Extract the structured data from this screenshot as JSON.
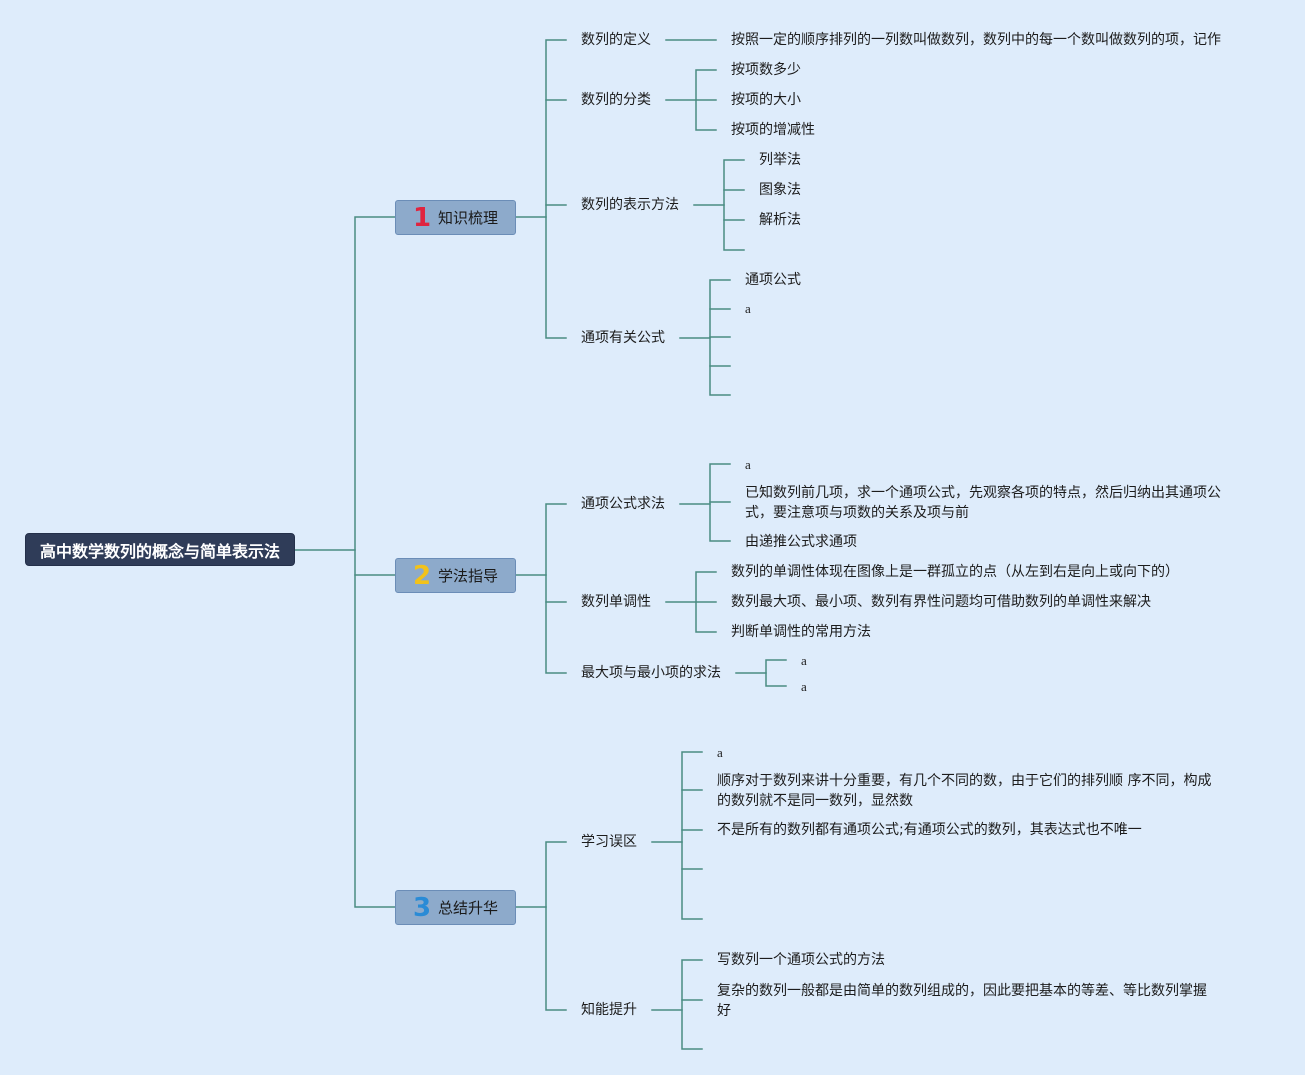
{
  "colors": {
    "background": "#deecfb",
    "connector": "#4a8c82",
    "root_fill": "#2f3c58",
    "branch_fill": "#8daacb"
  },
  "root": {
    "label": "高中数学数列的概念与简单表示法"
  },
  "branches": [
    {
      "number": "1",
      "number_color": "#e0243f",
      "label": "知识梳理",
      "children": [
        {
          "label": "数列的定义",
          "children": [
            {
              "label": "按照一定的顺序排列的一列数叫做数列，数列中的每一个数叫做数列的项，记作"
            }
          ]
        },
        {
          "label": "数列的分类",
          "children": [
            {
              "label": "按项数多少"
            },
            {
              "label": "按项的大小"
            },
            {
              "label": "按项的增减性"
            }
          ]
        },
        {
          "label": "数列的表示方法",
          "children": [
            {
              "label": "列举法"
            },
            {
              "label": "图象法"
            },
            {
              "label": "解析法"
            }
          ]
        },
        {
          "label": "通项有关公式",
          "children": [
            {
              "label": "通项公式"
            },
            {
              "label": "a"
            }
          ]
        }
      ]
    },
    {
      "number": "2",
      "number_color": "#f2c21a",
      "label": "学法指导",
      "children": [
        {
          "label": "通项公式求法",
          "children": [
            {
              "label": "a"
            },
            {
              "lines": [
                "已知数列前几项，求一个通项公式，先观察各项的特点，然后归纳出其通项公",
                "式，要注意项与项数的关系及项与前"
              ]
            },
            {
              "label": "由递推公式求通项"
            }
          ]
        },
        {
          "label": "数列单调性",
          "children": [
            {
              "label": "数列的单调性体现在图像上是一群孤立的点（从左到右是向上或向下的）"
            },
            {
              "label": "数列最大项、最小项、数列有界性问题均可借助数列的单调性来解决"
            },
            {
              "label": "判断单调性的常用方法"
            }
          ]
        },
        {
          "label": "最大项与最小项的求法",
          "children": [
            {
              "label": "a"
            },
            {
              "label": "a"
            }
          ]
        }
      ]
    },
    {
      "number": "3",
      "number_color": "#2a8bd6",
      "label": "总结升华",
      "children": [
        {
          "label": "学习误区",
          "children": [
            {
              "label": "a"
            },
            {
              "lines": [
                "顺序对于数列来讲十分重要，有几个不同的数，由于它们的排列顺 序不同，构成",
                "的数列就不是同一数列，显然数"
              ]
            },
            {
              "label": "不是所有的数列都有通项公式;有通项公式的数列，其表达式也不唯一"
            }
          ]
        },
        {
          "label": "知能提升",
          "children": [
            {
              "label": "写数列一个通项公式的方法"
            },
            {
              "lines": [
                "复杂的数列一般都是由简单的数列组成的，因此要把基本的等差、等比数列掌握",
                "好"
              ]
            }
          ]
        }
      ]
    }
  ]
}
